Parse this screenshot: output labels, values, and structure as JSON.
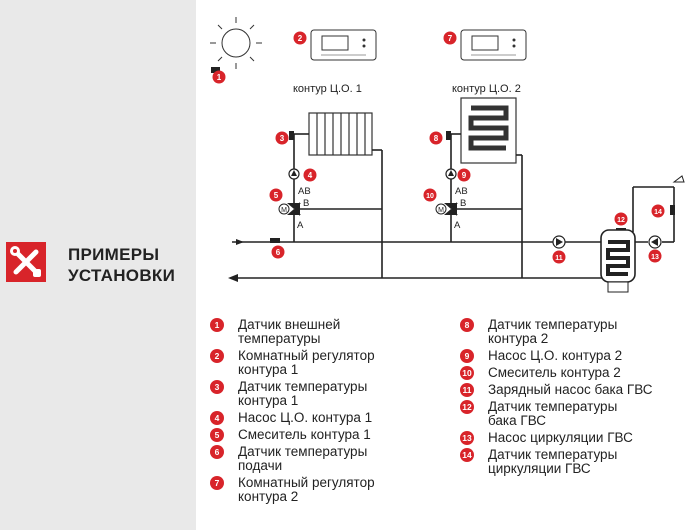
{
  "section": {
    "title_line1": "ПРИМЕРЫ",
    "title_line2": "УСТАНОВКИ",
    "logo_icon": "tools-icon",
    "accent_color": "#d8242a"
  },
  "diagram": {
    "circuit1_label": "контур Ц.О. 1",
    "circuit2_label": "контур Ц.О. 2",
    "valve1_ports": {
      "ab": "AB",
      "b": "B",
      "a": "A"
    },
    "valve2_ports": {
      "ab": "AB",
      "b": "B",
      "a": "A"
    },
    "motor_label": "M",
    "markers": [
      "1",
      "2",
      "3",
      "4",
      "5",
      "6",
      "7",
      "8",
      "9",
      "10",
      "11",
      "12",
      "13",
      "14"
    ]
  },
  "legend": {
    "left": [
      {
        "num": "1",
        "text": "Датчик внешней\nтемпературы"
      },
      {
        "num": "2",
        "text": "Комнатный регулятор\nконтура 1"
      },
      {
        "num": "3",
        "text": "Датчик температуры\nконтура 1"
      },
      {
        "num": "4",
        "text": "Насос Ц.О. контура 1"
      },
      {
        "num": "5",
        "text": "Смеситель контура 1"
      },
      {
        "num": "6",
        "text": "Датчик температуры\nподачи"
      },
      {
        "num": "7",
        "text": "Комнатный регулятор\nконтура 2"
      }
    ],
    "right": [
      {
        "num": "8",
        "text": "Датчик температуры\nконтура 2"
      },
      {
        "num": "9",
        "text": "Насос Ц.О. контура 2"
      },
      {
        "num": "10",
        "text": "Смеситель контура 2"
      },
      {
        "num": "11",
        "text": "Зарядный насос бака ГВС"
      },
      {
        "num": "12",
        "text": "Датчик температуры\nбака ГВС"
      },
      {
        "num": "13",
        "text": "Насос циркуляции ГВС"
      },
      {
        "num": "14",
        "text": "Датчик температуры\nциркуляции ГВС"
      }
    ]
  }
}
